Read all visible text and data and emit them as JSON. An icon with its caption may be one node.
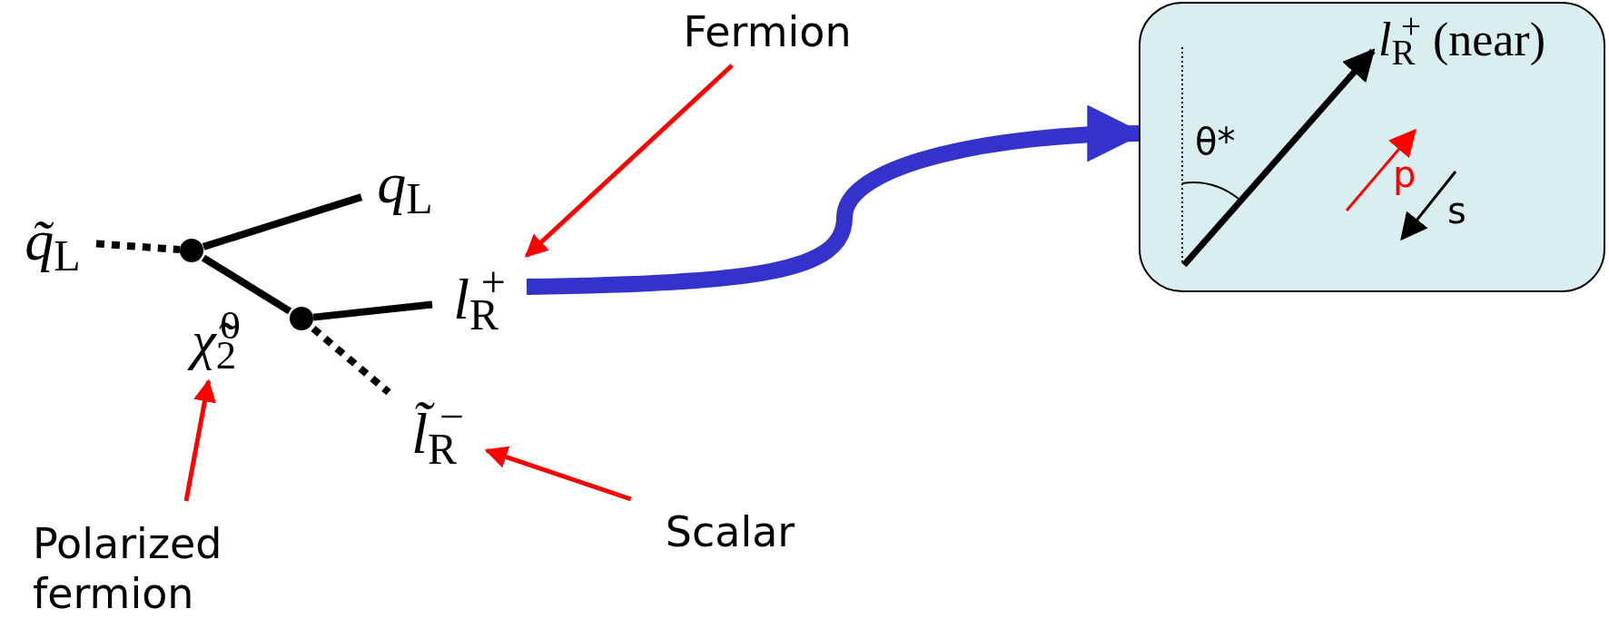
{
  "diagram": {
    "nodes": [
      {
        "text": [
          "*q̃*$_{L}$"
        ]
      },
      {
        "text": [],
        "shape": "circle"
      },
      {
        "text": [
          "*q*$_{L}$"
        ]
      },
      {
        "text": [],
        "shape": "circle"
      },
      {
        "text": [
          "*χ̃*$_{2}$$^{0}$"
        ]
      },
      {
        "text": [
          "*l*$_{R}$$^{+}$"
        ]
      },
      {
        "text": [
          "*l̃*$_{R}$$^{−}$"
        ]
      },
      {
        "text": [
          "Fermion"
        ]
      },
      {
        "text": [
          "Polarized fermion"
        ]
      },
      {
        "text": [
          "Scalar"
        ]
      },
      {
        "text": [
          "θ*",
          "*l*$_{R}$$^{+}$ (near)",
          "p",
          "s"
        ]
      }
    ],
    "edges": [
      {
        "from": 0,
        "to": 1,
        "arrow": "none",
        "style": "dashed"
      },
      {
        "from": 1,
        "to": 2,
        "arrow": "none"
      },
      {
        "from": 1,
        "to": 3,
        "arrow": "none"
      },
      {
        "from": 3,
        "to": 5,
        "arrow": "none"
      },
      {
        "from": 3,
        "to": 6,
        "arrow": "none",
        "style": "dashed"
      },
      {
        "from": 7,
        "to": 5,
        "arrow": "to",
        "color": "#ff0000"
      },
      {
        "from": 8,
        "to": 4,
        "arrow": "to",
        "color": "#ff0000"
      },
      {
        "from": 9,
        "to": 6,
        "arrow": "to",
        "color": "#ff0000"
      },
      {
        "from": 5,
        "to": 10,
        "arrow": "to",
        "style": "thick",
        "color": "#3333cc"
      }
    ]
  }
}
